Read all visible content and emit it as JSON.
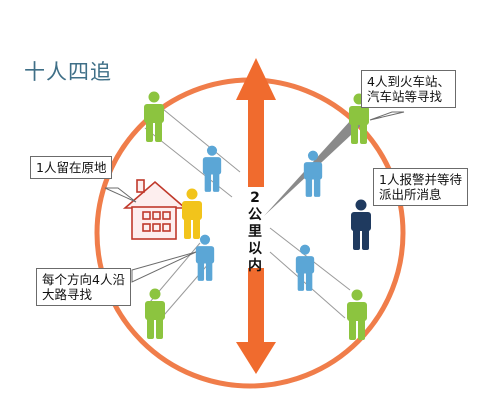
{
  "title": "十人四追",
  "center_label": [
    "2",
    "公",
    "里",
    "以",
    "内"
  ],
  "callouts": {
    "stay": "1人留在原地",
    "station": [
      "4人到火车站、",
      "汽车站等寻找"
    ],
    "police": [
      "1人报警并等待",
      "派出所消息"
    ],
    "road": [
      "每个方向4人沿",
      "大路寻找"
    ]
  },
  "colors": {
    "circle": "#f07d4a",
    "arrow": "#f06b2e",
    "person_green": "#8cc43f",
    "person_blue": "#5ba6d6",
    "person_yellow": "#f2c41b",
    "person_navy": "#1f3a5f",
    "house": "#c0392b",
    "beam": "#8a8a8a"
  },
  "icons": [
    "person-icon",
    "house-icon",
    "double-arrow-icon"
  ]
}
